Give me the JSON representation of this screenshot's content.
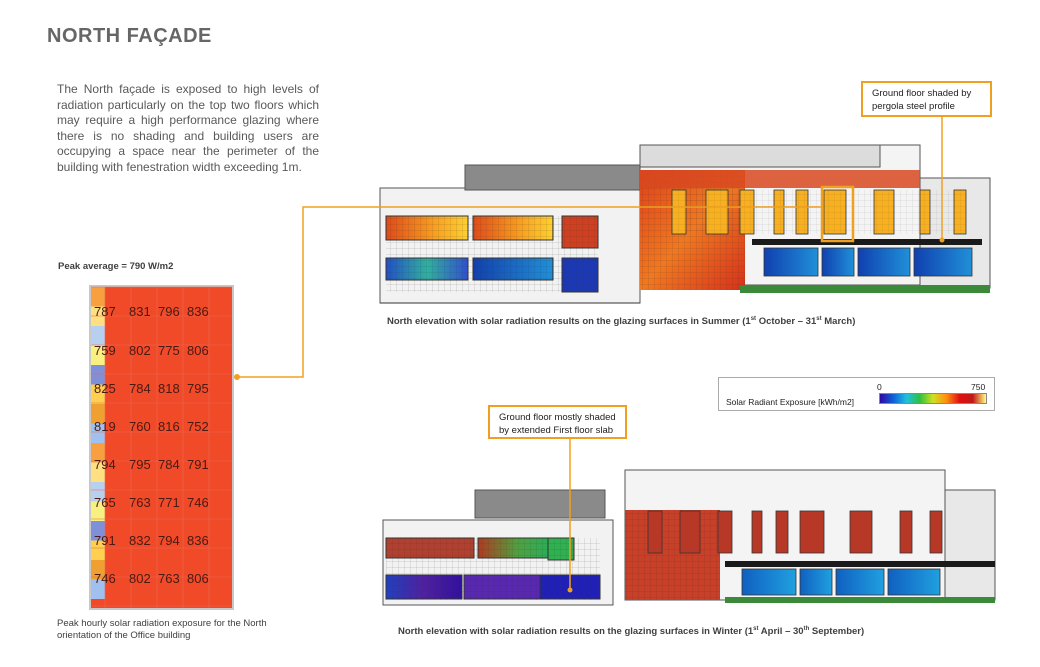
{
  "title": "NORTH FAÇADE",
  "intro": "The North façade is exposed to high levels of radiation particularly on the top two floors which may require a high performance glazing where there is no shading and building users are occupying a space near the perimeter of the building with fenestration width exceeding 1m.",
  "peak_average": "Peak average = 790 W/m2",
  "peak_grid": {
    "rows": [
      [
        "787",
        "831",
        "796",
        "836"
      ],
      [
        "759",
        "802",
        "775",
        "806"
      ],
      [
        "825",
        "784",
        "818",
        "795"
      ],
      [
        "819",
        "760",
        "816",
        "752"
      ],
      [
        "794",
        "795",
        "784",
        "791"
      ],
      [
        "765",
        "763",
        "771",
        "746"
      ],
      [
        "791",
        "832",
        "794",
        "836"
      ],
      [
        "746",
        "802",
        "763",
        "806"
      ]
    ]
  },
  "peak_caption": "Peak hourly solar radiation exposure for the North orientation of the Office building",
  "callouts": {
    "summer": "Ground floor shaded by pergola steel profile",
    "winter": "Ground floor mostly shaded by extended First floor slab"
  },
  "captions": {
    "summer_main": "North elevation with solar radiation results on the glazing surfaces in Summer (1",
    "summer_sup1": "st",
    "summer_mid": " October – 31",
    "summer_sup2": "st",
    "summer_end": " March)",
    "winter_main": "North elevation with solar radiation results on the glazing surfaces in Winter (1",
    "winter_sup1": "st",
    "winter_mid": " April – 30",
    "winter_sup2": "th",
    "winter_end": " September)"
  },
  "legend": {
    "label": "Solar Radiant Exposure [kWh/m2]",
    "min": "0",
    "max": "750"
  },
  "colors": {
    "accent": "#f0a020",
    "high": "#f03a20"
  }
}
